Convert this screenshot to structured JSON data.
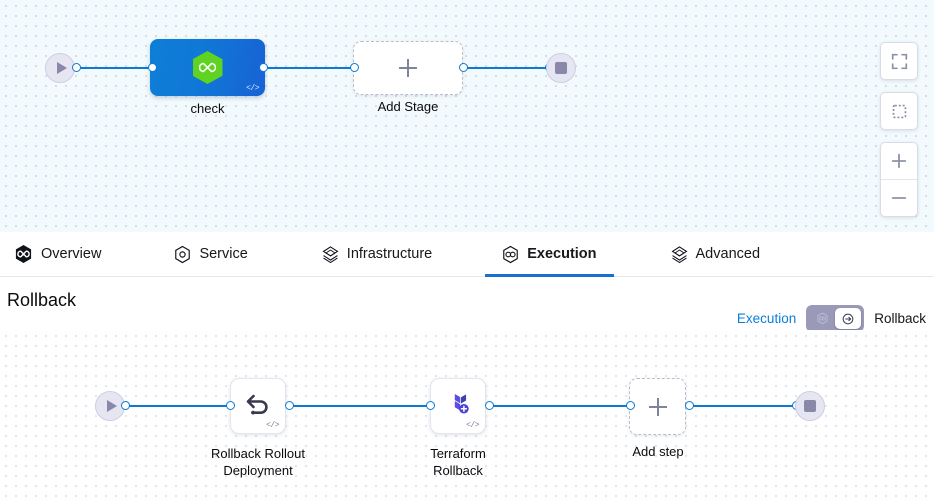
{
  "theme": {
    "accent_blue": "#0b7ad4",
    "tab_underline": "#1b6fd0",
    "stage_blue": "#1077d6",
    "stage_icon_green": "#5fd321",
    "terminal_fill": "#e6e5f2",
    "terminal_icon": "#8a88a8",
    "terraform_purple": "#5c4ee5",
    "link_blue": "#0a7fd9",
    "canvas_top_bg": "#f2fafd",
    "canvas_bottom_bg": "#ffffff"
  },
  "top_canvas": {
    "start_node": {
      "name": "Start",
      "icon": "play-icon"
    },
    "end_node": {
      "name": "End",
      "icon": "stop-icon"
    },
    "stages": [
      {
        "label": "check",
        "icon": "harness-hexagon-icon",
        "code_badge": "</>"
      }
    ],
    "add_stage": {
      "label": "Add Stage",
      "icon": "plus-icon"
    },
    "controls": [
      {
        "name": "fit-to-screen-button",
        "icon": "expand-icon"
      },
      {
        "name": "select-area-button",
        "icon": "dashed-square-icon"
      },
      {
        "name": "zoom-in-button",
        "icon": "plus-icon"
      },
      {
        "name": "zoom-out-button",
        "icon": "minus-icon"
      }
    ]
  },
  "tabs": [
    {
      "id": "overview",
      "label": "Overview",
      "icon": "hexagon-filled-icon",
      "active": false
    },
    {
      "id": "service",
      "label": "Service",
      "icon": "hexagon-circle-icon",
      "active": false
    },
    {
      "id": "infrastructure",
      "label": "Infrastructure",
      "icon": "layers-diamond-icon",
      "active": false
    },
    {
      "id": "execution",
      "label": "Execution",
      "icon": "hexagon-cycle-icon",
      "active": true
    },
    {
      "id": "advanced",
      "label": "Advanced",
      "icon": "layers-diamond-icon",
      "active": false
    }
  ],
  "rollback_section": {
    "title": "Rollback",
    "toggle": {
      "left_label": "Execution",
      "right_label": "Rollback",
      "left_icon": "execution-icon",
      "right_icon": "rollback-icon",
      "selected": "Rollback"
    }
  },
  "bottom_canvas": {
    "start_node": {
      "name": "Start",
      "icon": "play-icon"
    },
    "end_node": {
      "name": "End",
      "icon": "stop-icon"
    },
    "steps": [
      {
        "label_line1": "Rollback Rollout",
        "label_line2": "Deployment",
        "icon": "rollback-arrow-icon",
        "code_badge": "</>"
      },
      {
        "label_line1": "Terraform",
        "label_line2": "Rollback",
        "icon": "terraform-icon",
        "code_badge": "</>"
      }
    ],
    "add_step": {
      "label": "Add step",
      "icon": "plus-icon"
    }
  }
}
